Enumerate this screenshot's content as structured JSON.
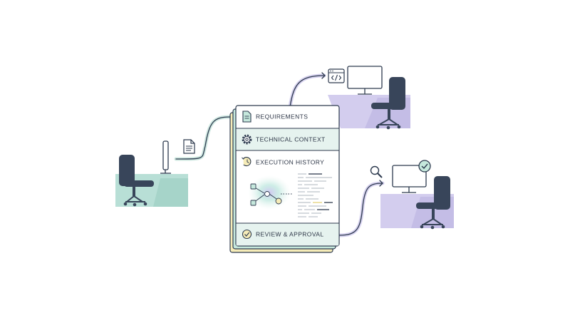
{
  "card": {
    "sections": [
      {
        "label": "REQUIREMENTS",
        "icon": "document-icon"
      },
      {
        "label": "TECHNICAL CONTEXT",
        "icon": "gear-icon"
      },
      {
        "label": "EXECUTION HISTORY",
        "icon": "history-clock-icon"
      },
      {
        "label": "REVIEW & APPROVAL",
        "icon": "check-circle-icon"
      }
    ]
  },
  "colors": {
    "ink": "#2d3a4e",
    "teal": "#b8dfd6",
    "lavender": "#d3cdee",
    "card_teal": "#e6f3ef",
    "card_yellow": "#f6ecb8",
    "card_green": "#c5e8dc",
    "connector": "#2d3a4e"
  },
  "icons": {
    "left_workstation_attachment": "document-icon",
    "top_right_attachment": "code-window-icon",
    "bottom_right_attachment": "magnifier-icon",
    "bottom_right_status": "checkmark-badge-icon"
  }
}
